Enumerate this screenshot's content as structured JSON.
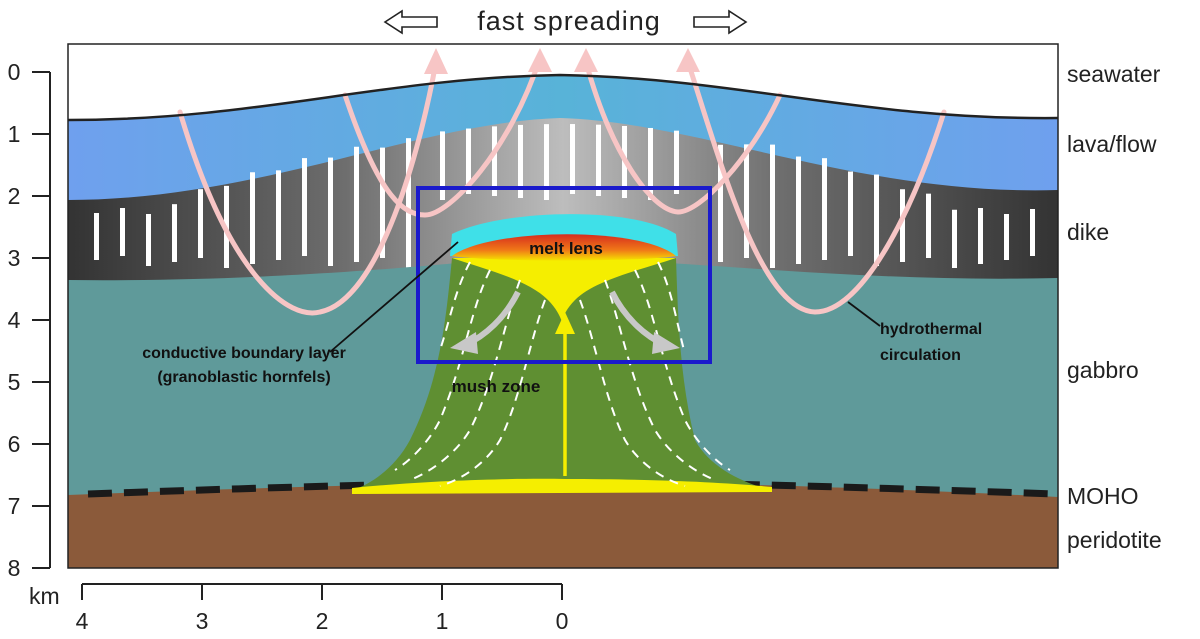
{
  "title": "fast spreading",
  "layers": {
    "seawater": "seawater",
    "lava": "lava/flow",
    "dike": "dike",
    "gabbro": "gabbro",
    "moho": "MOHO",
    "peridotite": "peridotite"
  },
  "labels": {
    "melt_lens": "melt lens",
    "mush_zone": "mush zone",
    "boundary_line1": "conductive boundary layer",
    "boundary_line2": "(granoblastic hornfels)",
    "hydro_line1": "hydrothermal",
    "hydro_line2": "circulation"
  },
  "depth_axis": {
    "ticks": [
      "0",
      "1",
      "2",
      "3",
      "4",
      "5",
      "6",
      "7",
      "8"
    ]
  },
  "distance_axis": {
    "unit": "km",
    "ticks": [
      "4",
      "3",
      "2",
      "1",
      "0"
    ]
  },
  "colors": {
    "seawater": "#ffffff",
    "lava": "#5aa7e0",
    "dike_dark": "#3a3a3a",
    "dike_light": "#b8b8b8",
    "gabbro": "#5f9a9a",
    "peridotite": "#8b5a3a",
    "mush": "#5f8f32",
    "melt_red": "#d83020",
    "melt_yellow": "#f5e800",
    "conductive_cap": "#3fe0e8",
    "hydro": "#f7c5c5",
    "box": "#1a1acc"
  }
}
